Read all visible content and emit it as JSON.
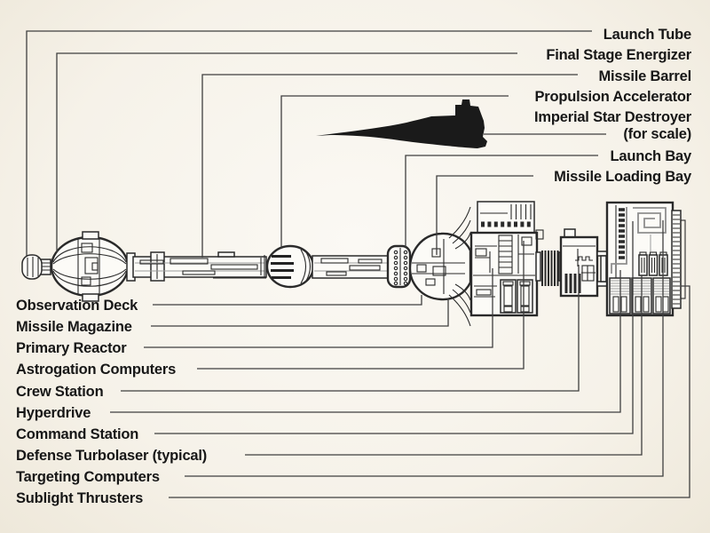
{
  "figure": {
    "kind": "cutaway-schematic",
    "scale_reference_silhouette": "imperial-star-destroyer"
  },
  "colors": {
    "background": "#f6f2e9",
    "ink": "#2a2a2a",
    "leader_line": "#3f3f3f",
    "gray_detail": "#8e8e8e",
    "silhouette": "#1a1a1a",
    "text": "#171717"
  },
  "top_labels": [
    {
      "id": "launch-tube",
      "text": "Launch Tube"
    },
    {
      "id": "final-stage-energizer",
      "text": "Final Stage Energizer"
    },
    {
      "id": "missile-barrel",
      "text": "Missile Barrel"
    },
    {
      "id": "propulsion-accelerator",
      "text": "Propulsion Accelerator"
    },
    {
      "id": "imperial-star-destroyer",
      "text": "Imperial Star Destroyer",
      "text2": "(for scale)"
    },
    {
      "id": "launch-bay",
      "text": "Launch Bay"
    },
    {
      "id": "missile-loading-bay",
      "text": "Missile Loading Bay"
    }
  ],
  "bottom_labels": [
    {
      "id": "observation-deck",
      "text": "Observation Deck"
    },
    {
      "id": "missile-magazine",
      "text": "Missile Magazine"
    },
    {
      "id": "primary-reactor",
      "text": "Primary Reactor"
    },
    {
      "id": "astrogation-computers",
      "text": "Astrogation Computers"
    },
    {
      "id": "crew-station",
      "text": "Crew Station"
    },
    {
      "id": "hyperdrive",
      "text": "Hyperdrive"
    },
    {
      "id": "command-station",
      "text": "Command Station"
    },
    {
      "id": "defense-turbolaser",
      "text": "Defense Turbolaser (typical)"
    },
    {
      "id": "targeting-computers",
      "text": "Targeting Computers"
    },
    {
      "id": "sublight-thrusters",
      "text": "Sublight Thrusters"
    }
  ]
}
